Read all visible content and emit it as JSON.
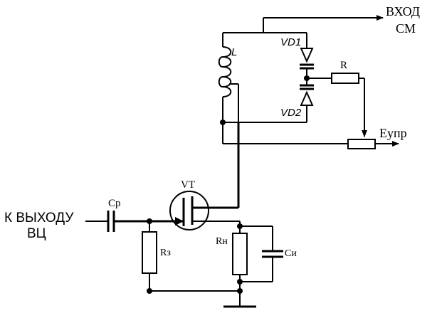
{
  "labels": {
    "input_line1": "К ВЫХОДУ",
    "input_line2": "ВЦ",
    "output_line1": "ВХОД",
    "output_line2": "СМ",
    "cp": "Cр",
    "rz": "Rз",
    "vt": "VT",
    "rn": "Rн",
    "ci": "Cи",
    "inductor": "L",
    "vd1": "VD1",
    "vd2": "VD2",
    "r": "R",
    "eupr": "Eупр"
  },
  "colors": {
    "line": "#000000",
    "background": "#ffffff"
  }
}
